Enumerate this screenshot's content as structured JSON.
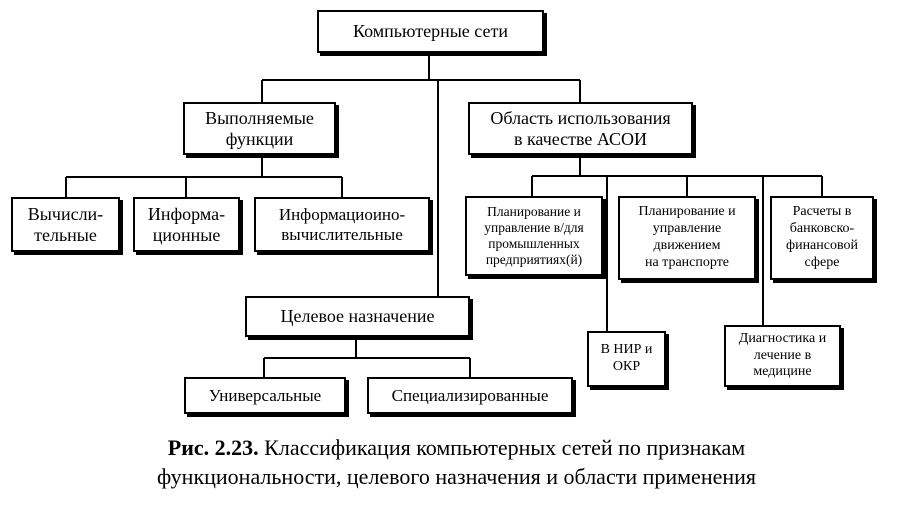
{
  "diagram": {
    "root": "Компьютерные сети",
    "functions": {
      "label": "Выполняемые\nфункции",
      "children": [
        "Вычисли-\nтельные",
        "Информа-\nционные",
        "Информациоино-\nвычислительные"
      ]
    },
    "area": {
      "label": "Область использования\nв качестве АСОИ",
      "children": [
        "Планирование и\nуправление в/для\nпромышленных\nпредприятиях(й)",
        "Планирование и\nуправление\nдвижением\nна транспорте",
        "Расчеты в\nбанковско-\nфинансовой\nсфере",
        "В НИР и\nОКР",
        "Диагностика и\nлечение в\nмедицине"
      ]
    },
    "purpose": {
      "label": "Целевое назначение",
      "children": [
        "Универсальные",
        "Специализированные"
      ]
    }
  },
  "caption": {
    "lead": "Рис. 2.23.",
    "line1_rest": " Классификация компьютерных сетей по признакам",
    "line2": "функциональности, целевого назначения и области применения"
  }
}
